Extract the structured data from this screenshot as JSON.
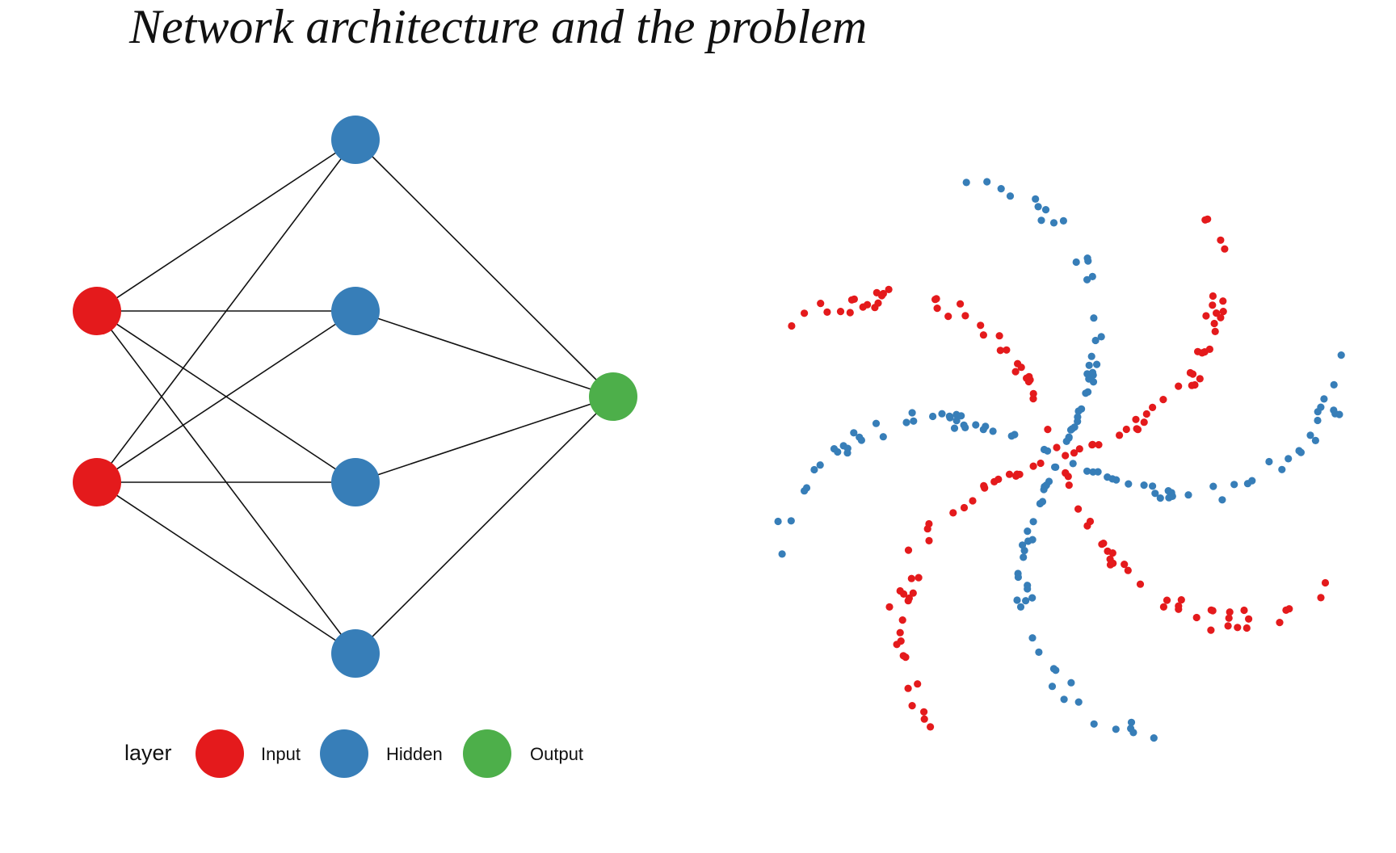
{
  "title": "Network architecture and the problem",
  "network": {
    "layers": [
      {
        "name": "Input",
        "count": 2
      },
      {
        "name": "Hidden",
        "count": 4
      },
      {
        "name": "Output",
        "count": 1
      }
    ]
  },
  "legend": {
    "title": "layer",
    "items": [
      {
        "label": "Input",
        "color": "#e41a1c"
      },
      {
        "label": "Hidden",
        "color": "#377eb8"
      },
      {
        "label": "Output",
        "color": "#4daf4a"
      }
    ]
  },
  "chart_data": {
    "type": "scatter",
    "axes_visible": false,
    "grid": false,
    "xlim": [
      -1,
      1
    ],
    "ylim": [
      -1,
      1
    ],
    "colors": {
      "red": "#e41a1c",
      "blue": "#377eb8"
    },
    "pattern": "eight curved arms alternating red and blue, radiating from the center",
    "arm_colors": [
      "red",
      "blue",
      "red",
      "blue",
      "red",
      "blue",
      "red",
      "blue"
    ],
    "series": [
      {
        "color": "red",
        "points": []
      },
      {
        "color": "blue",
        "points": []
      }
    ]
  }
}
